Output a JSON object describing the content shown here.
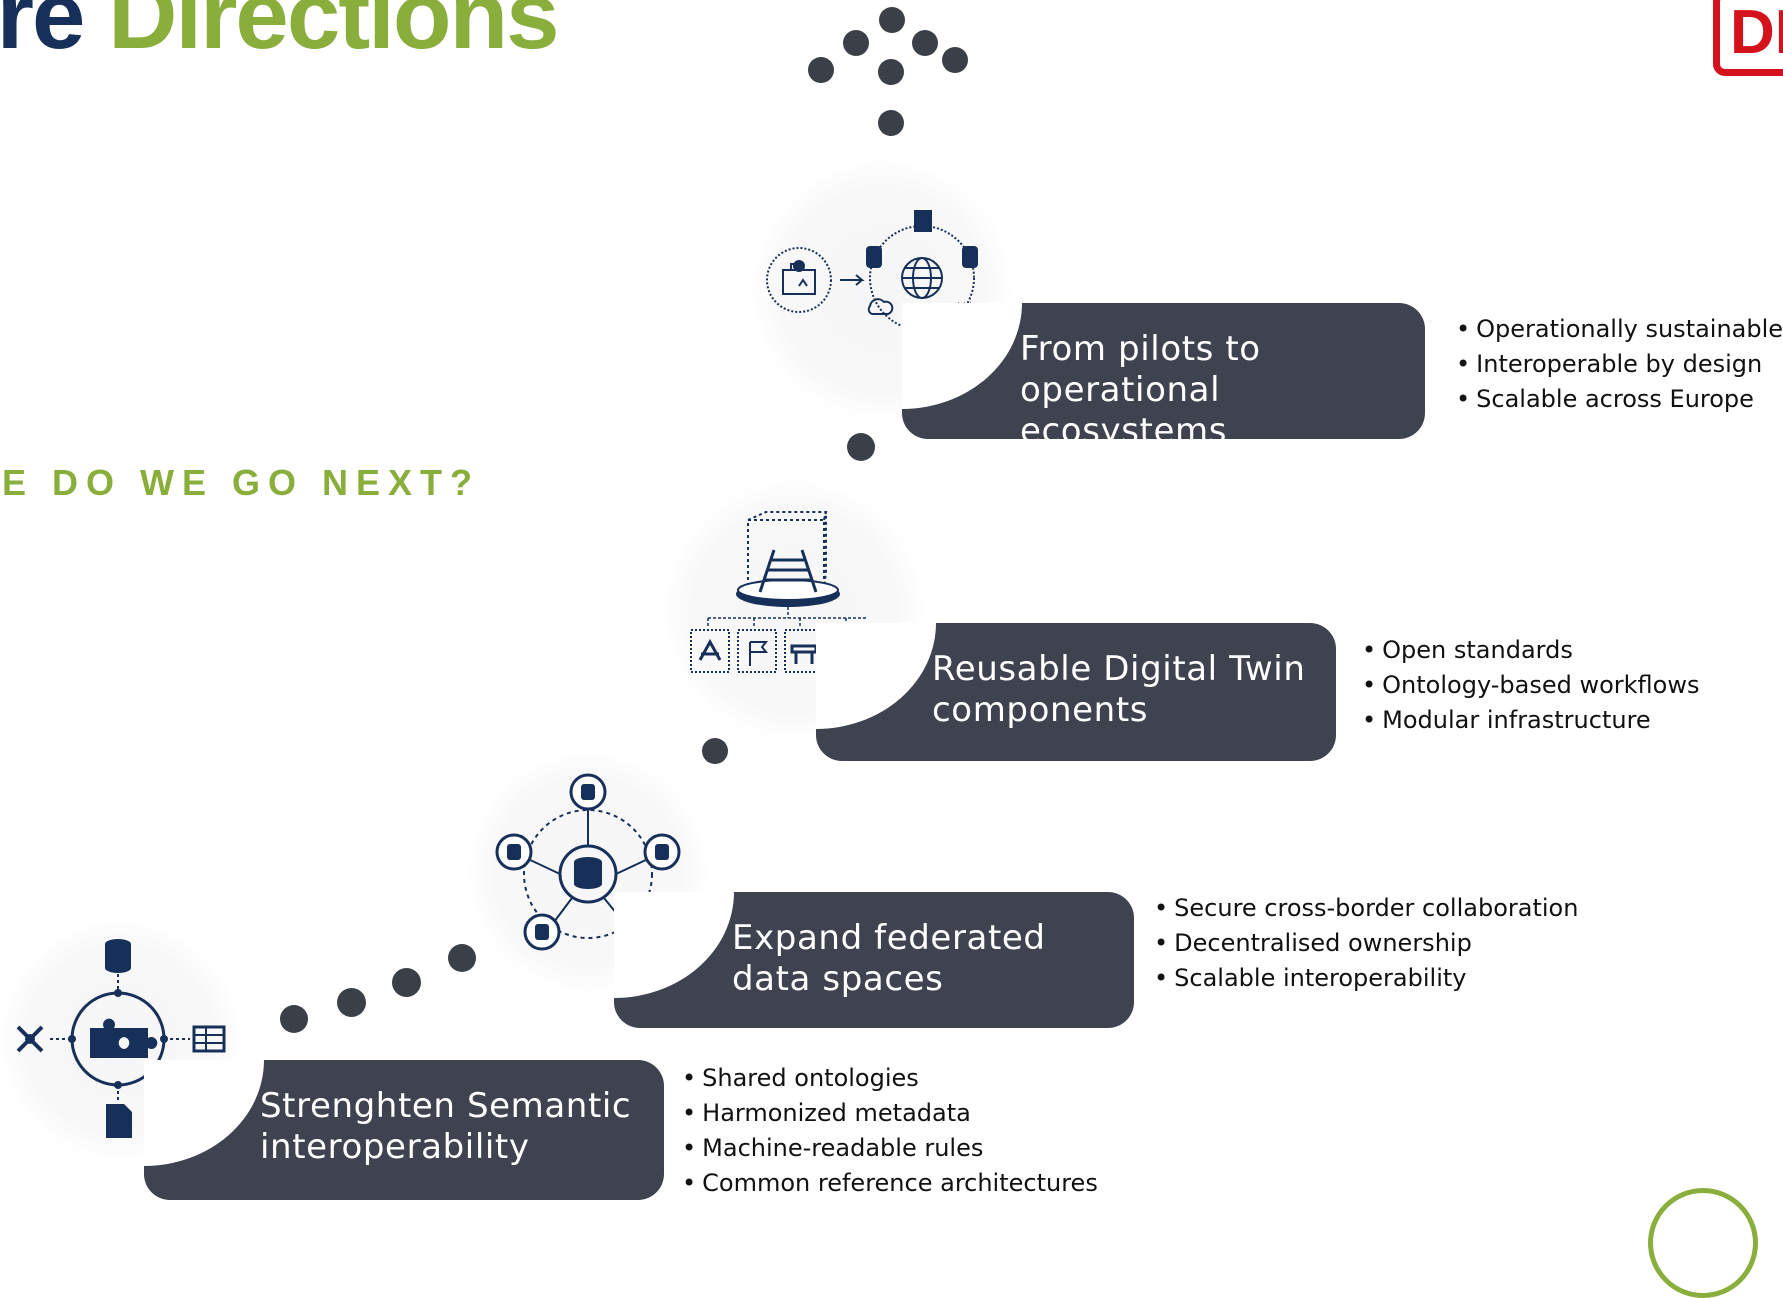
{
  "header": {
    "title_word1": "ure",
    "title_word2": "Directions",
    "subtitle": "RE DO WE GO NEXT?",
    "logo_text": "DI"
  },
  "colors": {
    "navy": "#17305a",
    "green": "#8aae3c",
    "stage_fill": "#3f4350",
    "dot": "#3b3f47",
    "logo_red": "#d4121c"
  },
  "stages": [
    {
      "label": "Strenghten  Semantic interoperability",
      "icon": "semantic-interoperability-puzzle-icon",
      "bullets": [
        "Shared ontologies",
        "Harmonized metadata",
        "Machine-readable rules",
        "Common reference architectures"
      ]
    },
    {
      "label": "Expand federated data spaces",
      "icon": "federated-databases-network-icon",
      "bullets": [
        "Secure cross-border collaboration",
        "Decentralised ownership",
        "Scalable interoperability"
      ]
    },
    {
      "label": "Reusable Digital Twin components",
      "icon": "digital-twin-railway-icon",
      "bullets": [
        "Open standards",
        "Ontology-based workflows",
        "Modular infrastructure"
      ]
    },
    {
      "label": "From pilots to operational ecosystems",
      "icon": "ecosystem-globe-icon",
      "bullets": [
        "Operationally sustainable",
        "Interoperable by design",
        "Scalable across Europe"
      ]
    }
  ]
}
